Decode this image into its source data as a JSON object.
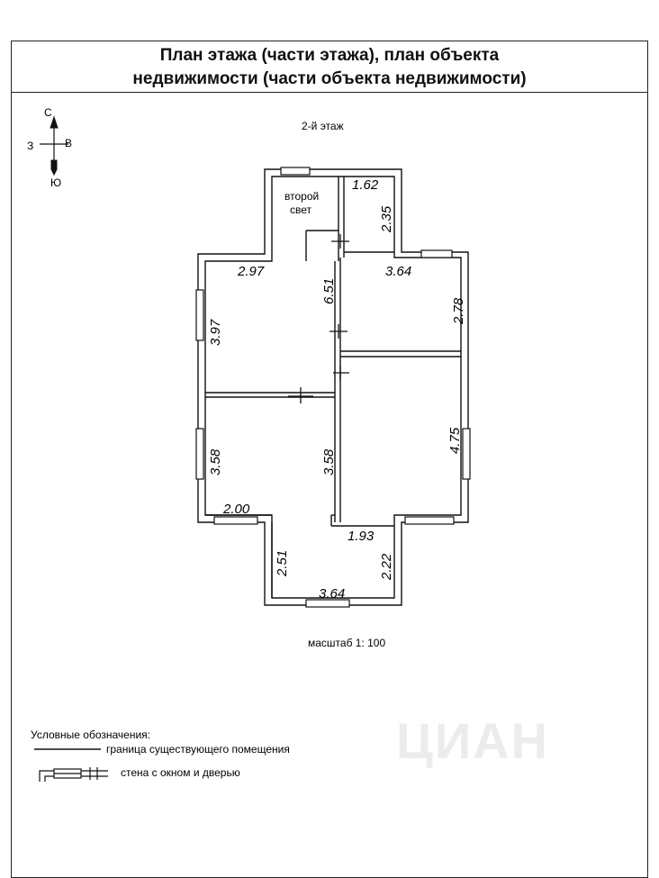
{
  "title": {
    "line1": "План этажа (части этажа), план объекта",
    "line2": "недвижимости (части объекта недвижимости)"
  },
  "floor_label": "2-й этаж",
  "compass": {
    "north": "С",
    "south": "Ю",
    "west": "З",
    "east": "В"
  },
  "room_label": {
    "line1": "второй",
    "line2": "свет"
  },
  "dimensions": {
    "top_small_width": "1.62",
    "top_small_height": "2.35",
    "left_room_width": "2.97",
    "corridor_length": "6.51",
    "left_room_height": "3.97",
    "right_top_width": "3.64",
    "right_top_height": "2.78",
    "right_big_height": "4.75",
    "left_lower_height": "3.58",
    "left_lower_inner_height": "3.58",
    "left_lower_width": "2.00",
    "bottom_left_height": "2.51",
    "bottom_top_width": "1.93",
    "bottom_right_height": "2.22",
    "bottom_width": "3.64"
  },
  "scale": "масштаб 1: 100",
  "legend": {
    "title": "Условные обозначения:",
    "boundary": "граница существующего помещения",
    "wall": "стена с окном и дверью"
  },
  "watermark": "ЦИАН"
}
